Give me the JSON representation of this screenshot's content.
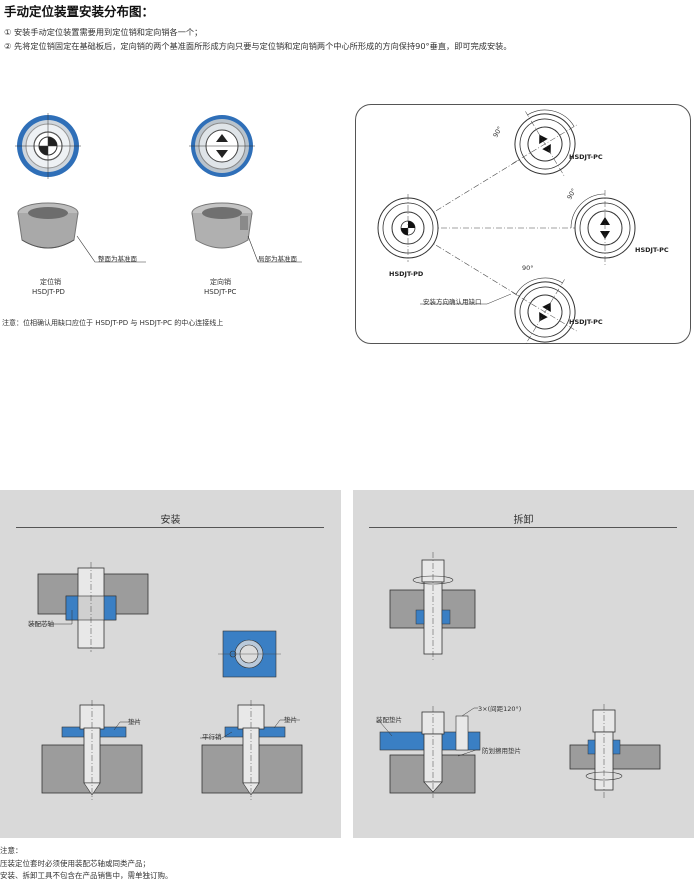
{
  "heading": "手动定位装置安装分布图：",
  "intro": [
    "① 安装手动定位装置需要用到定位销和定向销各一个；",
    "② 先将定位销固定在基础板后，定向销的两个基准面所形成方向只要与定位销和定向销两个中心所形成的方向保持90°垂直，即可完成安装。"
  ],
  "left_figure": {
    "pd_ref_label": "整面为基准面",
    "pc_ref_label": "局部为基准面",
    "pd_name": "定位销",
    "pd_model": "HSDJT-PD",
    "pc_name": "定向销",
    "pc_model": "HSDJT-PC",
    "note": "注意：位相确认用缺口应位于 HSDJT-PD 与 HSDJT-PC 的中心连接线上"
  },
  "right_figure": {
    "pd_label": "HSDJT-PD",
    "pc_top_label": "HSDJT-PC",
    "pc_mid_label": "HSDJT-PC",
    "pc_bottom_label": "HSDJT-PC",
    "angle_top": "90°",
    "angle_mid": "90°",
    "angle_bottom": "90°",
    "notch_label": "安装方向确认用缺口"
  },
  "install_panel": {
    "title": "安装",
    "mandrel_label": "装配芯轴",
    "washer_label_1": "垫片",
    "washer_label_2": "垫片",
    "parallel_pin_label": "平行销"
  },
  "remove_panel": {
    "title": "拆卸",
    "assembly_washer_label": "装配垫片",
    "spacing_label": "3×(间距120°)",
    "anti_scratch_label": "防划擦用垫片"
  },
  "footer_notes": [
    "注意：",
    "压装定位套时必须使用装配芯轴或同类产品；",
    "安装、拆卸工具不包含在产品销售中，需单独订购。"
  ],
  "colors": {
    "blue": "#3a7fc4",
    "panel_gray": "#d9d9d9",
    "metal_gray": "#8a8a8a"
  }
}
